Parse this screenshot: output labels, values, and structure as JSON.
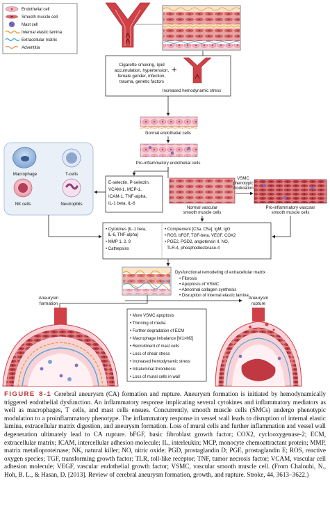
{
  "legend": {
    "items": [
      {
        "label": "Endothelial cell",
        "icon": "endothelial-cell-icon",
        "color": "#f2b8c0"
      },
      {
        "label": "Smooth muscle cell",
        "icon": "smooth-muscle-cell-icon",
        "color": "#d96a6a"
      },
      {
        "label": "Mast cell",
        "icon": "mast-cell-icon",
        "color": "#7b6fc4"
      },
      {
        "label": "Internal elastic lamina",
        "icon": "elastic-lamina-icon",
        "color": "#e3a431"
      },
      {
        "label": "Extracellular matrix",
        "icon": "extracellular-matrix-icon",
        "color": "#53a9d6"
      },
      {
        "label": "Adventitia",
        "icon": "adventitia-icon",
        "color": "#e58b4c"
      }
    ]
  },
  "risk_box": {
    "lines": [
      "Cigarette smoking, lipid",
      "accumulation, hypertension,",
      "female gender, infection,",
      "trauma, genetic factors"
    ],
    "stress_label": "Increased hemodynamic stress"
  },
  "stages": {
    "normal_endothelial": "Normal endothelial cells",
    "pro_endothelial": "Pro-inflammatory endothelial cells",
    "normal_vsmc": [
      "Normal vascular",
      "smooth muscle cells"
    ],
    "pro_vsmc": [
      "Pro-inflammatory vascular",
      "smooth muscle cells"
    ],
    "vsmc_switch": [
      "VSMC",
      "phenotypic",
      "modulation"
    ]
  },
  "immune": {
    "cells": [
      "Macrophage",
      "T-cells",
      "NK cells",
      "Neutrophils"
    ]
  },
  "adhesion_box": {
    "lines": [
      "E-selectin, P-selectin,",
      "VCAM-1, MCP-1,",
      "ICAM-1, TNF-alpha,",
      "IL-1 beta, IL-6"
    ]
  },
  "mediators_left": {
    "lines": [
      "• Cytokines [IL-1 beta,",
      "  IL-6, TNF-alpha]",
      "• MMP 1, 2, 9",
      "• Cathepsins"
    ]
  },
  "mediators_right": {
    "lines": [
      "• Complement [C3a, C5a], IgM, IgG",
      "• ROS, bFGF, TGF-beta, VEGF, COX2",
      "• PGE2, PGD2, angiotensin II, NO,",
      "  TLR-4, phosphodiesterase-4"
    ]
  },
  "remodeling": {
    "lines": [
      "Dysfunctional remodeling of extracellular matrix",
      "• Fibrosis",
      "• Apoptosis of VSMC",
      "• Abnormal collagen synthesis",
      "• Disruption of internal elastic lamina"
    ]
  },
  "aneurysm_formation": [
    "Aneurysm",
    "formation"
  ],
  "aneurysm_rupture": [
    "Aneurysm",
    "rupture"
  ],
  "rupture_box": {
    "lines": [
      "• More VSMC apoptosis",
      "• Thinning of media",
      "• Further degradation of ECM",
      "• Macrophage imbalance [M1>M2]",
      "• Recruitment of mast cells",
      "• Loss of shear stress",
      "• Increased hemodynamic stress",
      "• Intraluminal thrombosis",
      "• Loss of mural cells in wall"
    ]
  },
  "caption": {
    "figure_label": "FIGURE 8-1",
    "text": "Cerebral aneurysm (CA) formation and rupture. Aneurysm formation is initiated by hemodynamically triggered endothelial dysfunction. An inflammatory response implicating several cytokines and inflammatory mediators as well as macrophages, T cells, and mast cells ensues. Concurrently, smooth muscle cells (SMCs) undergo phenotypic modulation to a proinflammatory phenotype. The inflammatory response in vessel wall leads to disruption of internal elastic lamina, extracellular matrix digestion, and aneurysm formation. Loss of mural cells and further inflammation and vessel wall degeneration ultimately lead to CA rupture. bFGF, basic fibroblast growth factor; COX2, cyclooxygenase-2; ECM, extracellular matrix; ICAM, intercellular adhesion molecule; IL, interleukin; MCP, monocyte chemoattractant protein; MMP, matrix metalloproteinase; NK, natural killer; NO, nitric oxide; PGD, prostaglandin D; PGE, prostaglandin E; ROS, reactive oxygen species; TGF, transforming growth factor; TLR, toll-like receptor; TNF, tumor necrosis factor; VCAM, vascular cell adhesion molecule; VEGF, vascular endothelial growth factor; VSMC, vascular smooth muscle cell. (From Chalouhi, N., Hoh, B. L., & Hasan, D. [2013]. Review of cerebral aneurysm formation, growth, and rupture. Stroke, 44, 3613–3622.)"
  }
}
